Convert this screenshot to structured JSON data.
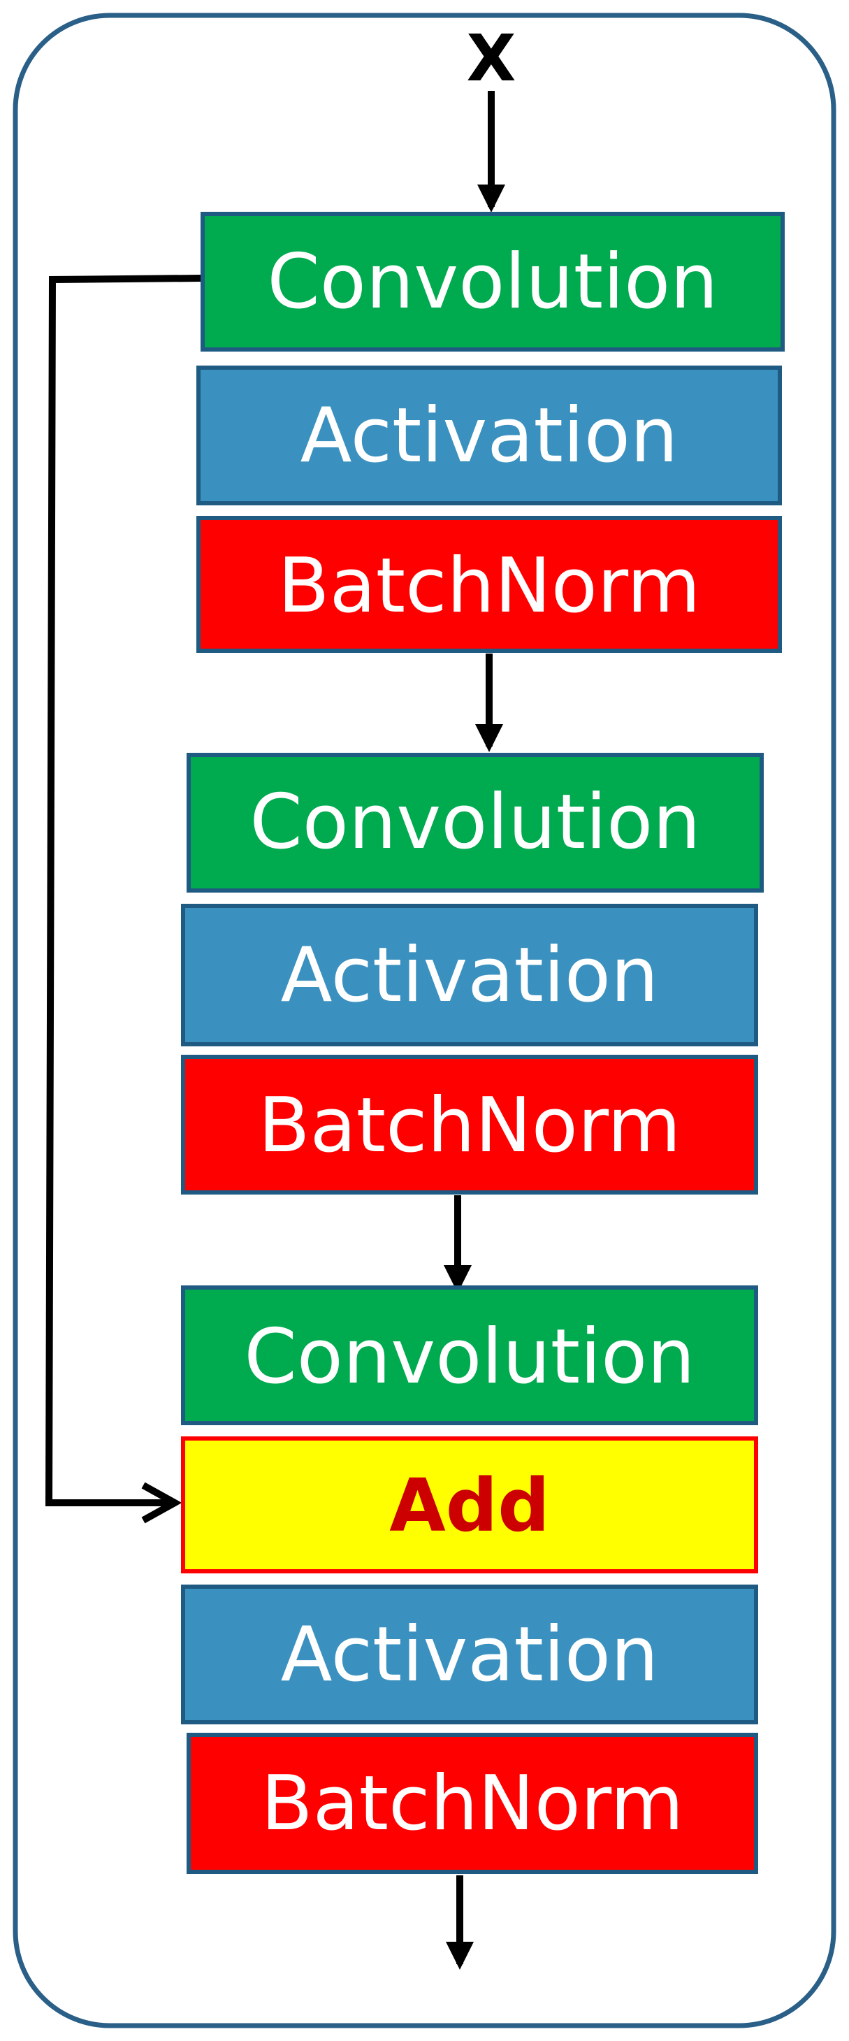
{
  "input": {
    "label": "X"
  },
  "colors": {
    "convolution": "#00aa4f",
    "activation": "#3a91bf",
    "batchnorm": "#ff0000",
    "add": "#ffff00",
    "add_text": "#cc0000",
    "block_border": "#1e5a82",
    "frame_border": "#2a5f87"
  },
  "blocks": [
    {
      "label": "Convolution",
      "kind": "convolution"
    },
    {
      "label": "Activation",
      "kind": "activation"
    },
    {
      "label": "BatchNorm",
      "kind": "batchnorm"
    },
    {
      "label": "Convolution",
      "kind": "convolution"
    },
    {
      "label": "Activation",
      "kind": "activation"
    },
    {
      "label": "BatchNorm",
      "kind": "batchnorm"
    },
    {
      "label": "Convolution",
      "kind": "convolution"
    },
    {
      "label": "Add",
      "kind": "add"
    },
    {
      "label": "Activation",
      "kind": "activation"
    },
    {
      "label": "BatchNorm",
      "kind": "batchnorm"
    }
  ]
}
